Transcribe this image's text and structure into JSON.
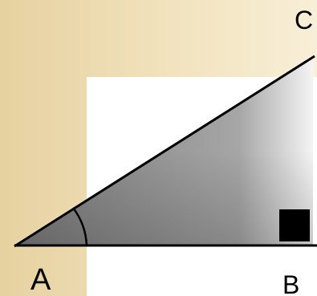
{
  "diagram": {
    "vertices": {
      "a": "A",
      "b": "B",
      "c": "C"
    },
    "colors": {
      "background_beige": "#f0dfb4",
      "background_white": "#ffffff",
      "triangle_fill_dark": "#8a8a8a",
      "triangle_fill_light": "#f4f4f4",
      "outline": "#000000",
      "right_angle_marker": "#000000"
    }
  }
}
